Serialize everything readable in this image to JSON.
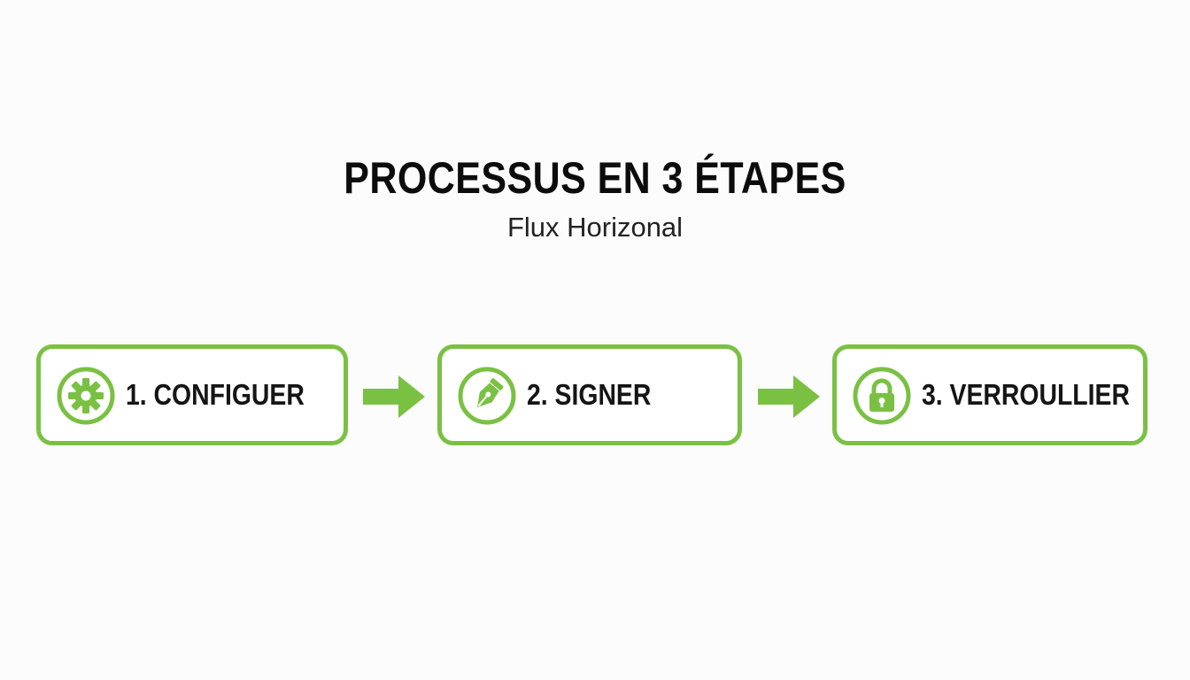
{
  "diagram": {
    "title": "PROCESSUS EN 3 ÉTAPES",
    "subtitle": "Flux Horizonal",
    "accent_color": "#7ac143",
    "steps": [
      {
        "label": "1. CONFIGUER",
        "icon": "gear-icon"
      },
      {
        "label": "2. SIGNER",
        "icon": "pen-nib-icon"
      },
      {
        "label": "3. VERROULLIER",
        "icon": "padlock-icon"
      }
    ],
    "connectors": [
      {
        "from": 1,
        "to": 2,
        "icon": "arrow-right-icon"
      },
      {
        "from": 2,
        "to": 3,
        "icon": "arrow-right-icon"
      }
    ]
  }
}
